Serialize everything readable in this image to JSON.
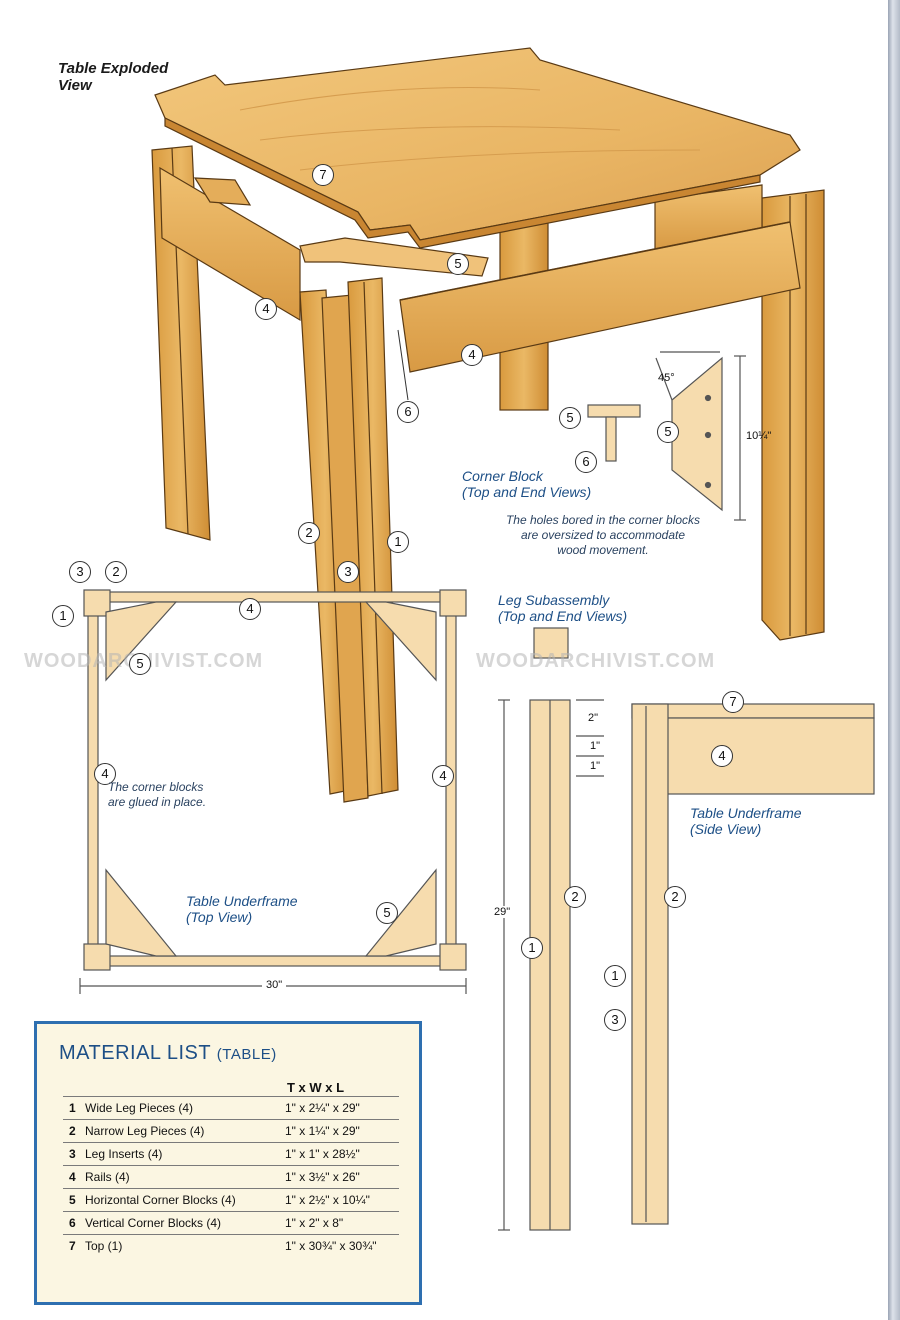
{
  "watermark": "WOODARCHIVIST.COM",
  "exploded": {
    "title_line1": "Table Exploded",
    "title_line2": "View"
  },
  "corner_block": {
    "title": "Corner Block",
    "subtitle": "(Top and End Views)",
    "angle": "45°",
    "length": "10¼\"",
    "note_line1": "The holes bored in the corner blocks",
    "note_line2": "are oversized to accommodate",
    "note_line3": "wood movement."
  },
  "leg_subassembly": {
    "title": "Leg Subassembly",
    "subtitle": "(Top and End Views)"
  },
  "underframe_top": {
    "title": "Table Underframe",
    "subtitle": "(Top View)",
    "note_line1": "The corner blocks",
    "note_line2": "are glued in place.",
    "width": "30\""
  },
  "leg_dims": {
    "d1": "2\"",
    "d2": "1\"",
    "d3": "1\"",
    "height": "29\""
  },
  "underframe_side": {
    "title": "Table Underframe",
    "subtitle": "(Side View)"
  },
  "callouts": {
    "top": "7",
    "corner_block": "5",
    "rail": "4",
    "vertical_block": "6",
    "wide_leg": "1",
    "narrow_leg": "2",
    "insert": "3"
  },
  "material_list": {
    "title": "MATERIAL LIST",
    "subtitle": "(TABLE)",
    "columns": "T x W x L",
    "rows": [
      {
        "num": "1",
        "name": "Wide Leg Pieces (4)",
        "size": "1\" x 2¼\" x 29\""
      },
      {
        "num": "2",
        "name": "Narrow Leg Pieces (4)",
        "size": "1\" x 1¼\" x 29\""
      },
      {
        "num": "3",
        "name": "Leg Inserts (4)",
        "size": "1\" x 1\" x 28½\""
      },
      {
        "num": "4",
        "name": "Rails (4)",
        "size": "1\" x 3½\" x 26\""
      },
      {
        "num": "5",
        "name": "Horizontal Corner Blocks (4)",
        "size": "1\" x 2½\" x 10¼\""
      },
      {
        "num": "6",
        "name": "Vertical Corner Blocks (4)",
        "size": "1\" x 2\" x 8\""
      },
      {
        "num": "7",
        "name": "Top (1)",
        "size": "1\" x 30¾\" x 30¾\""
      }
    ]
  }
}
